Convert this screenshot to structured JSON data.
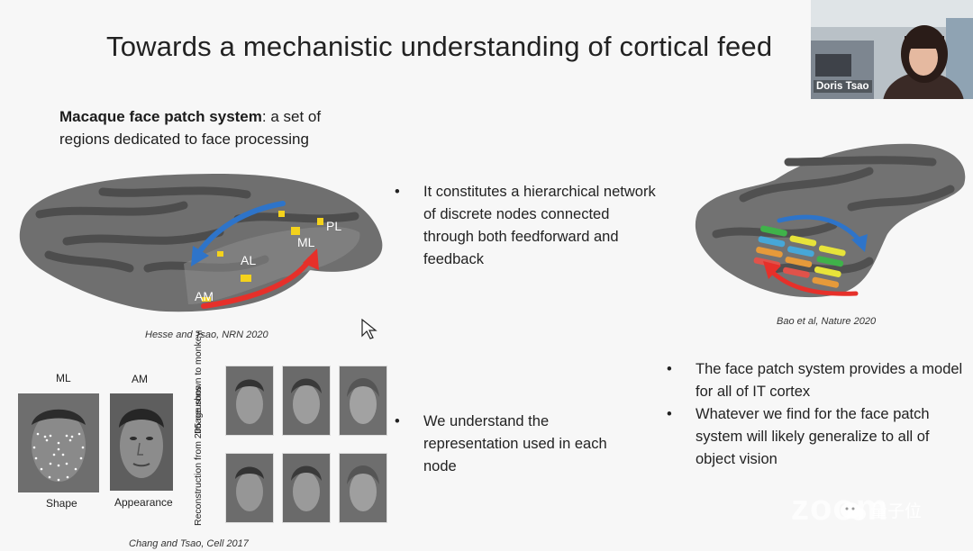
{
  "slide": {
    "title": "Towards a mechanistic understanding of cortical feed",
    "heading_bold": "Macaque face patch system",
    "heading_rest": ": a set of",
    "heading_line2": "regions dedicated to face processing",
    "brain_labels": [
      "AM",
      "AL",
      "ML",
      "PL"
    ],
    "caption_left": "Hesse and Tsao, NRN 2020",
    "caption_right": "Bao et al, Nature 2020",
    "caption_bottom": "Chang and Tsao, Cell 2017",
    "bullets_middle_top": [
      "It constitutes a hierarchical network of discrete nodes connected through both feedforward and feedback"
    ],
    "bullets_middle_bottom": [
      "We understand the representation used in each node"
    ],
    "bullets_right": [
      "The face patch system provides a model for all of IT cortex",
      "Whatever we find for the face patch system will likely generalize to all of object vision"
    ],
    "face_labels": {
      "ml": "ML",
      "am": "AM",
      "shape": "Shape",
      "appearance": "Appearance",
      "shown": "Image shown to monkey",
      "recon": "Reconstruction from 205 neurons"
    }
  },
  "video": {
    "participant_name": "Doris Tsao"
  },
  "watermark": {
    "logo": "zoom",
    "text": "量子位"
  }
}
